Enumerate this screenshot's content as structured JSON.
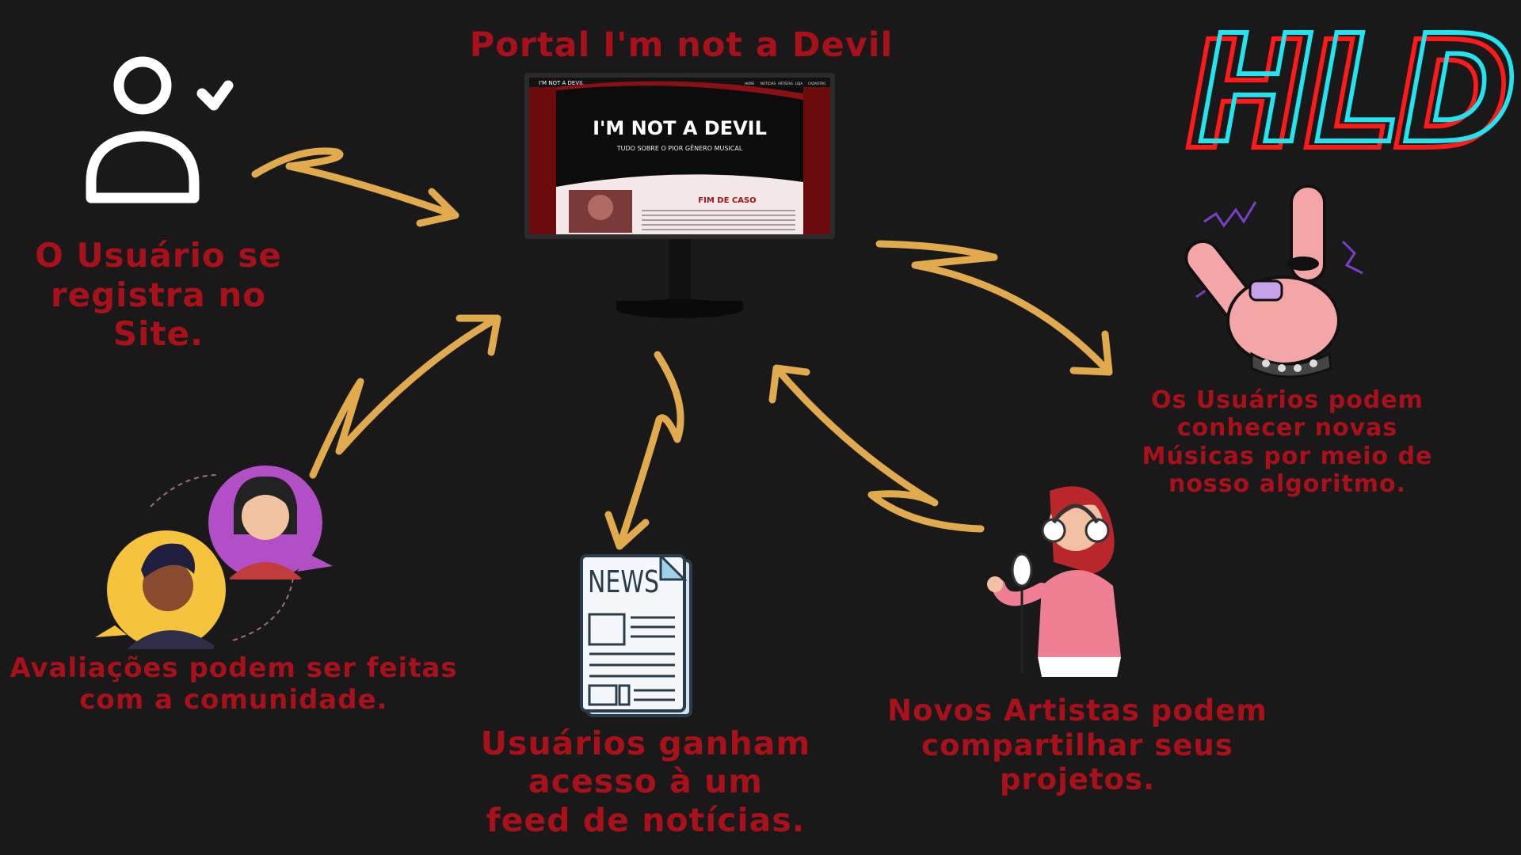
{
  "title": "Portal I'm not a Devil",
  "logo": {
    "text": "HLD",
    "colors": [
      "#ff1a1a",
      "#22e3ee"
    ]
  },
  "site_preview": {
    "nav_items": [
      "HOME",
      "NOTICIAS",
      "ARTISTAS",
      "LOJA",
      "CADASTRO"
    ],
    "hero_title": "I'M NOT A DEVIL",
    "hero_highlight": "NOT",
    "hero_subtitle": "TUDO SOBRE O PIOR GÊNERO MUSICAL",
    "article_title": "FIM DE CASO"
  },
  "steps": {
    "register": [
      "O Usuário se",
      "registra no Site."
    ],
    "discover": [
      "Os Usuários podem",
      "conhecer novas",
      "Músicas por meio de",
      "nosso algoritmo."
    ],
    "reviews": [
      "Avaliações podem ser feitas",
      "com a comunidade."
    ],
    "news": [
      "Usuários ganham",
      "acesso à um",
      "feed de notícias."
    ],
    "artists": [
      "Novos Artistas podem",
      "compartilhar seus",
      "projetos."
    ]
  },
  "newspaper_label": "NEWS",
  "icons": [
    "user-check-icon",
    "rock-hand-icon",
    "community-avatars-icon",
    "newspaper-icon",
    "singer-headphones-icon",
    "computer-monitor-icon"
  ],
  "colors": {
    "background": "#191919",
    "label": "#a8111a",
    "arrow": "#e0aa4d"
  }
}
